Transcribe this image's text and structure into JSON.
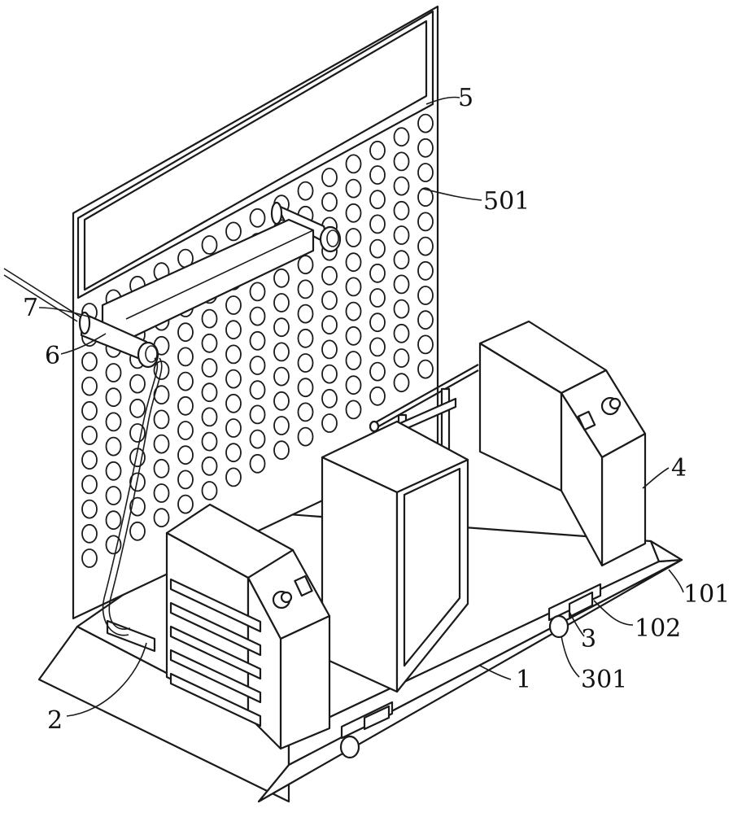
{
  "figure": {
    "labels": {
      "l1": "1",
      "l101": "101",
      "l102": "102",
      "l2": "2",
      "l3": "3",
      "l301": "301",
      "l4": "4",
      "l5": "5",
      "l501": "501",
      "l6": "6",
      "l7": "7"
    }
  }
}
